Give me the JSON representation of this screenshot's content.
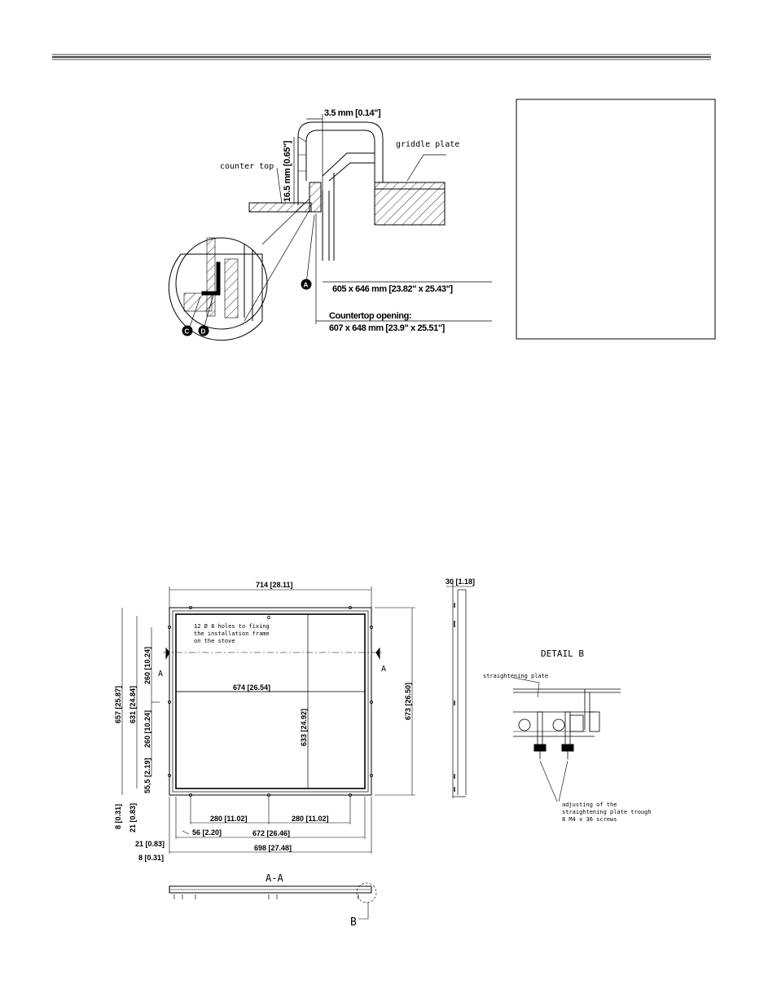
{
  "detail_top": {
    "dim_gap": "3.5 mm [0.14\"]",
    "dim_height": "16.5 mm [0.65\"]",
    "label_counter_top": "counter top",
    "label_griddle_plate": "griddle plate",
    "callout_a": "A",
    "callout_c": "C",
    "callout_d": "D",
    "dim_frame": "605 x 646 mm [23.82\" x 25.43\"]",
    "countertop_opening_title": "Countertop opening:",
    "countertop_opening_value": "607 x 648 mm [23.9\" x 25.51\"]"
  },
  "plan": {
    "dim_714": "714 [28.11]",
    "dim_657": "657 [25.87]",
    "dim_631": "631 [24.84]",
    "dim_260_upper": "260 [10.24]",
    "dim_260_lower": "260 [10.24]",
    "dim_55_5": "55,5 [2.19]",
    "dim_674": "674 [26.54]",
    "dim_633": "633 [24.92]",
    "dim_673": "673 [26.50]",
    "dim_8_top": "8 [0.31]",
    "dim_21_left": "21 [0.83]",
    "dim_280_left": "280 [11.02]",
    "dim_280_right": "280 [11.02]",
    "dim_56": "56 [2.20]",
    "dim_672": "672 [26.46]",
    "dim_21_bottom": "21 [0.83]",
    "dim_698": "698 [27.48]",
    "dim_8_bottom": "8 [0.31]",
    "holes_note_line1": "12 Ø 8 holes to fixing",
    "holes_note_line2": "the installation frame",
    "holes_note_line3": "on the stove",
    "section_marker": "A",
    "section_title": "A-A",
    "detail_marker": "B"
  },
  "side": {
    "dim_30": "30 [1.18]"
  },
  "detail_b": {
    "title": "DETAIL B",
    "label_straightening": "straightening plate",
    "note_line1": "adjusting of the",
    "note_line2": "straightening plate trough",
    "note_line3": "8 M4 x 36 screws"
  }
}
